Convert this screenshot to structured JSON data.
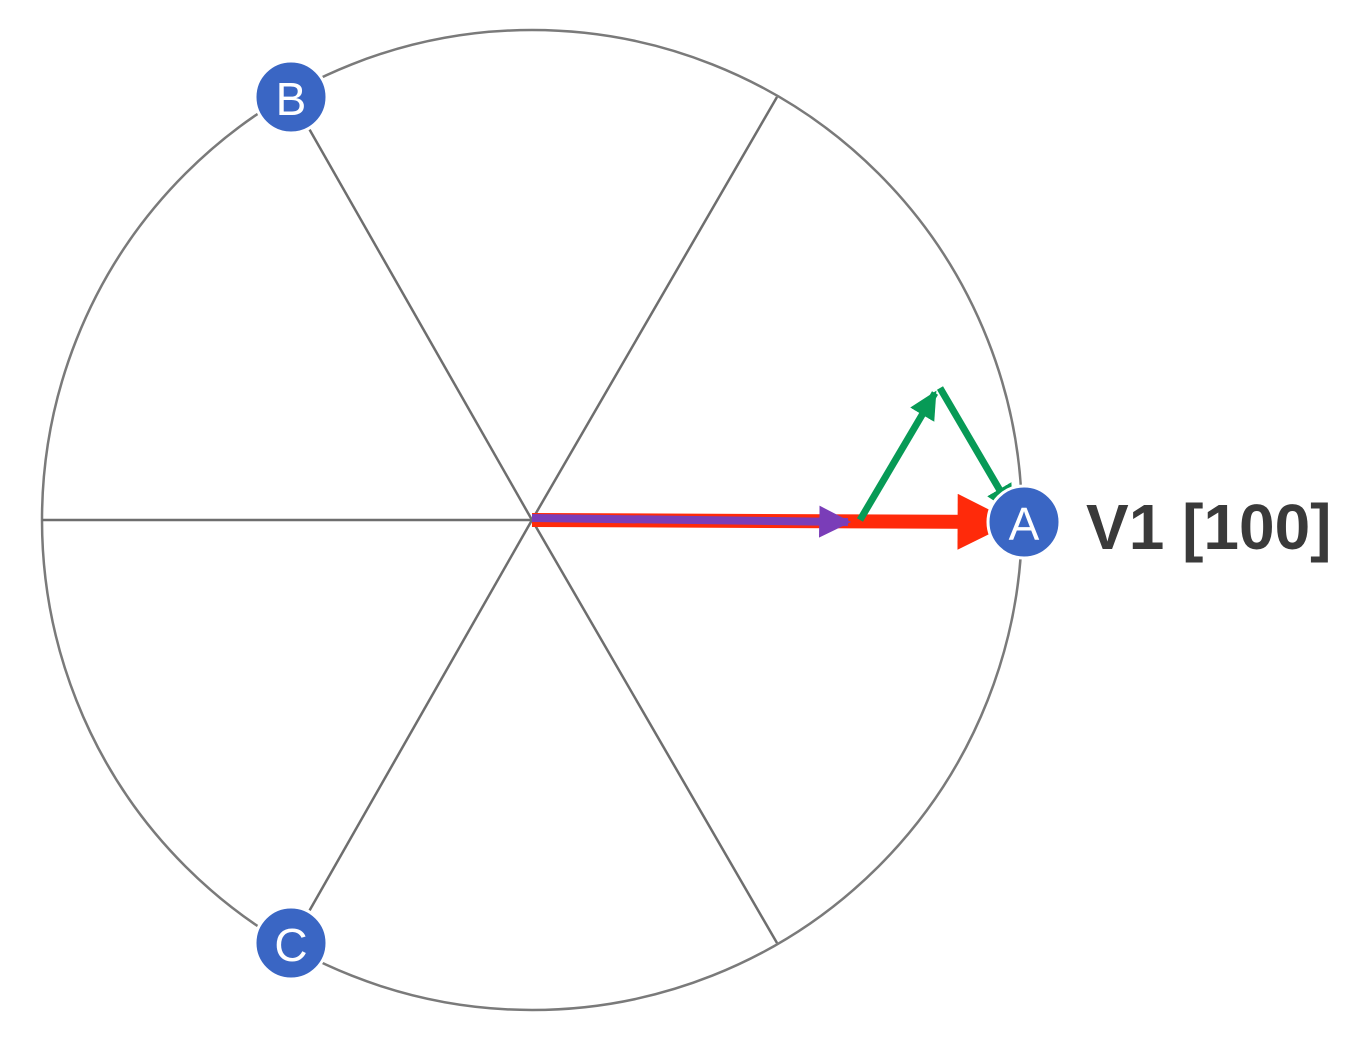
{
  "nodes": {
    "a": {
      "label": "A"
    },
    "b": {
      "label": "B"
    },
    "c": {
      "label": "C"
    }
  },
  "vector_label": "V1 [100]",
  "colors": {
    "circle": "#7a7a7a",
    "spoke": "#6e6e6e",
    "node_fill": "#3a66c4",
    "node_stroke": "#ffffff",
    "red_vector": "#ff2a0a",
    "purple_vector": "#7a3db8",
    "green_vector": "#079a56"
  },
  "icons": {
    "red_vector": "arrow-right",
    "purple_vector": "arrow-right",
    "green_vector": "arrow-up-right-then-down-right"
  }
}
